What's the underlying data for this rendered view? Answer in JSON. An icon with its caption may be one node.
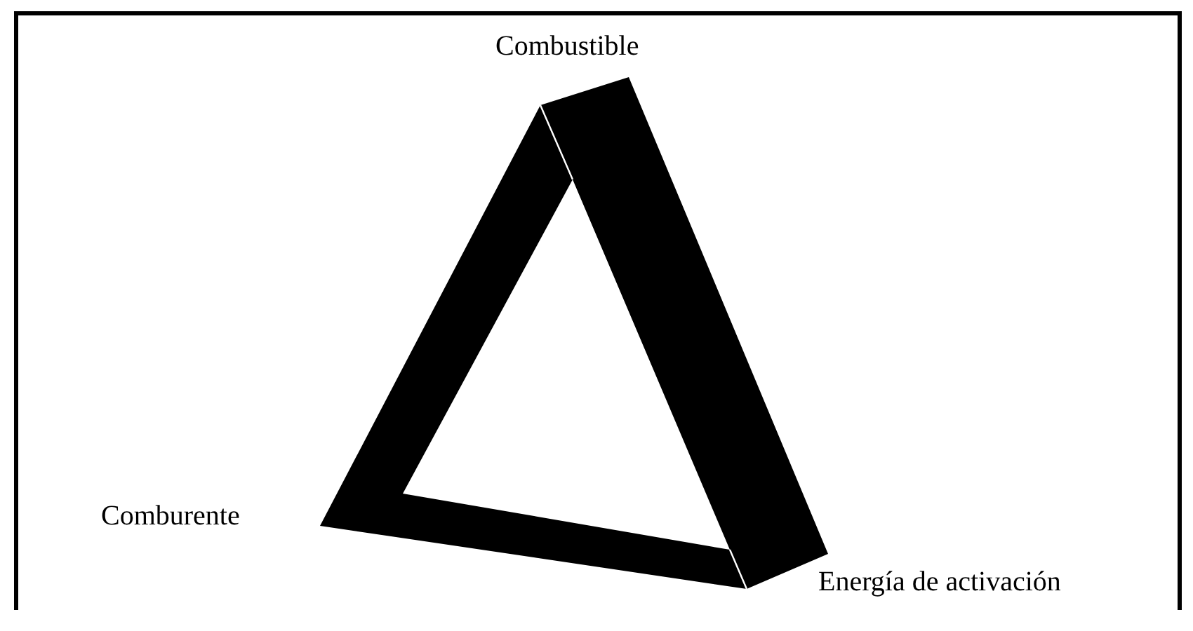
{
  "diagram": {
    "labels": [
      "Combustible",
      "Comburente",
      "Energía de activación"
    ]
  }
}
